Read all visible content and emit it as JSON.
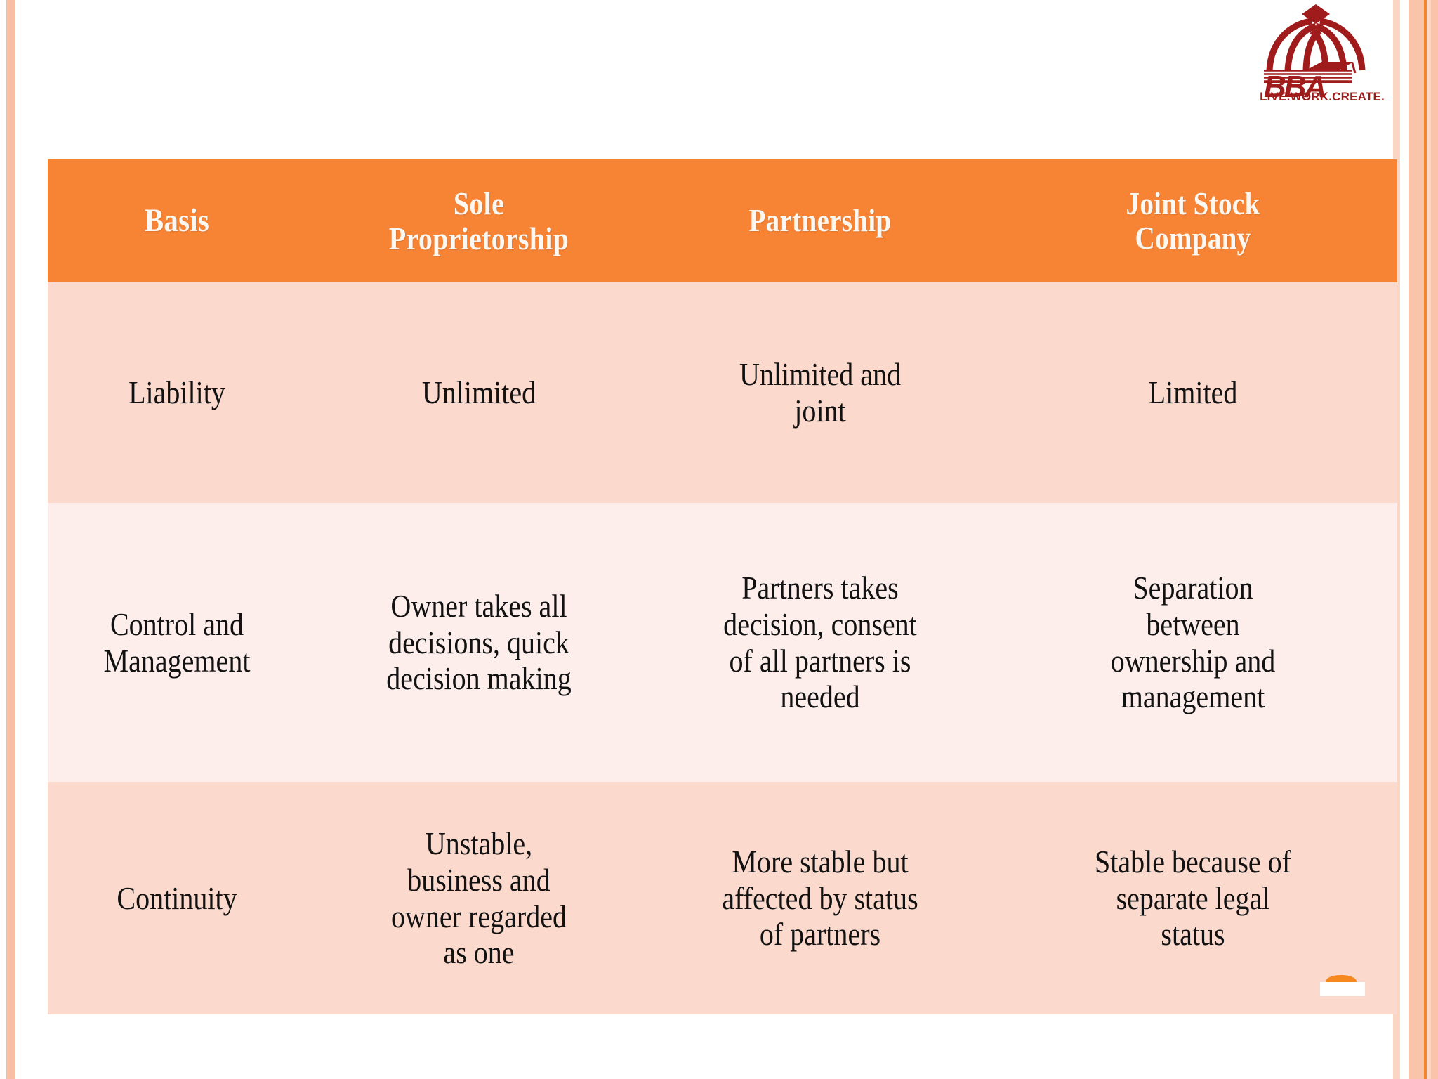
{
  "slide": {
    "background_color": "#ffffff",
    "accent_color": "#f78434",
    "header_text_color": "#fdf7f2",
    "row_color_a": "#fbd9cd",
    "row_color_b": "#fdeeeb",
    "body_text_color": "#121212",
    "logo": {
      "name": "bba-logo",
      "wordmark": "BBA",
      "tagline": "LIVE.WORK.CREATE.",
      "color": "#9e1b1b"
    }
  },
  "table": {
    "columns": [
      {
        "key": "basis",
        "label": "Basis"
      },
      {
        "key": "sole",
        "label": "Sole\nProprietorship"
      },
      {
        "key": "partnership",
        "label": "Partnership"
      },
      {
        "key": "joint",
        "label": "Joint Stock\nCompany"
      }
    ],
    "rows": [
      {
        "basis": "Liability",
        "sole": "Unlimited",
        "partnership": "Unlimited and\njoint",
        "joint": "Limited"
      },
      {
        "basis": "Control and\nManagement",
        "sole": "Owner takes all\ndecisions, quick\ndecision making",
        "partnership": "Partners takes\ndecision, consent\nof all partners is\nneeded",
        "joint": "Separation\nbetween\nownership and\nmanagement"
      },
      {
        "basis": "Continuity",
        "sole": "Unstable,\nbusiness and\nowner regarded\nas one",
        "partnership": "More stable but\naffected by status\nof partners",
        "joint": "Stable because of\nseparate legal\nstatus"
      }
    ]
  }
}
